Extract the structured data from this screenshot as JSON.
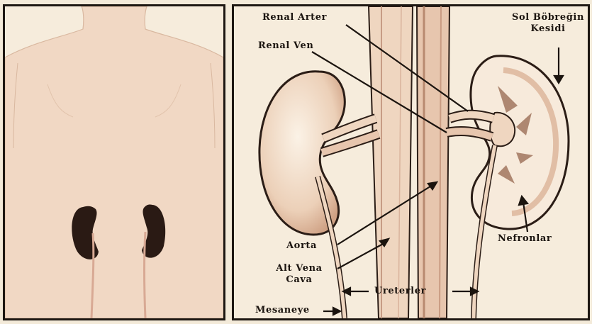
{
  "labels": {
    "renal_arter": "Renal Arter",
    "renal_ven": "Renal Ven",
    "sol_bobregin_line1": "Sol Böbreğin",
    "sol_bobregin_line2": "Kesidi",
    "aorta": "Aorta",
    "alt_vena_line1": "Alt Vena",
    "alt_vena_line2": "Cava",
    "nefronlar": "Nefronlar",
    "ureterler": "Ureterler",
    "mesaneye": "Mesaneye"
  },
  "colors": {
    "background": "#f6ecdc",
    "skin": "#f1d8c4",
    "kidney_dark": "#2a1a14",
    "kidney_shade": "#dcb69c",
    "vessel": "#efd6c0",
    "ink": "#1b140f"
  }
}
